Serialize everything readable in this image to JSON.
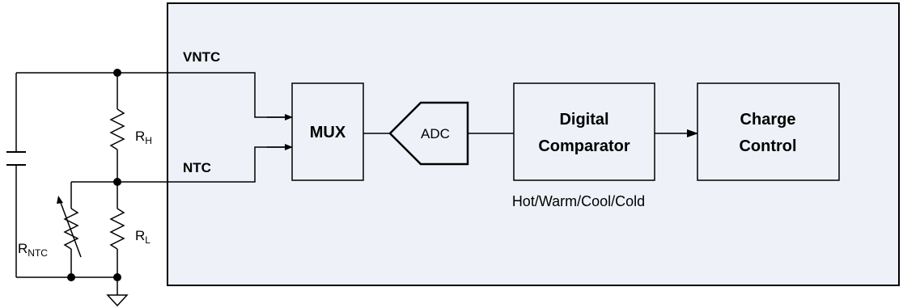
{
  "colors": {
    "chip_fill": "#eef2f8",
    "chip_stroke": "#000000",
    "block_fill": "#eef2f8",
    "wire": "#000000"
  },
  "signals": {
    "vntc": "VNTC",
    "ntc": "NTC"
  },
  "resistors": {
    "rh": {
      "main": "R",
      "sub": "H"
    },
    "rl": {
      "main": "R",
      "sub": "L"
    },
    "rntc": {
      "main": "R",
      "sub": "NTC"
    }
  },
  "blocks": {
    "mux": "MUX",
    "adc": "ADC",
    "comparator": {
      "line1": "Digital",
      "line2": "Comparator"
    },
    "charge": {
      "line1": "Charge",
      "line2": "Control"
    }
  },
  "comparator_states": "Hot/Warm/Cool/Cold",
  "icons": [
    "capacitor-icon",
    "resistor-icon",
    "variable-resistor-icon",
    "ground-icon",
    "arrow-icon"
  ]
}
